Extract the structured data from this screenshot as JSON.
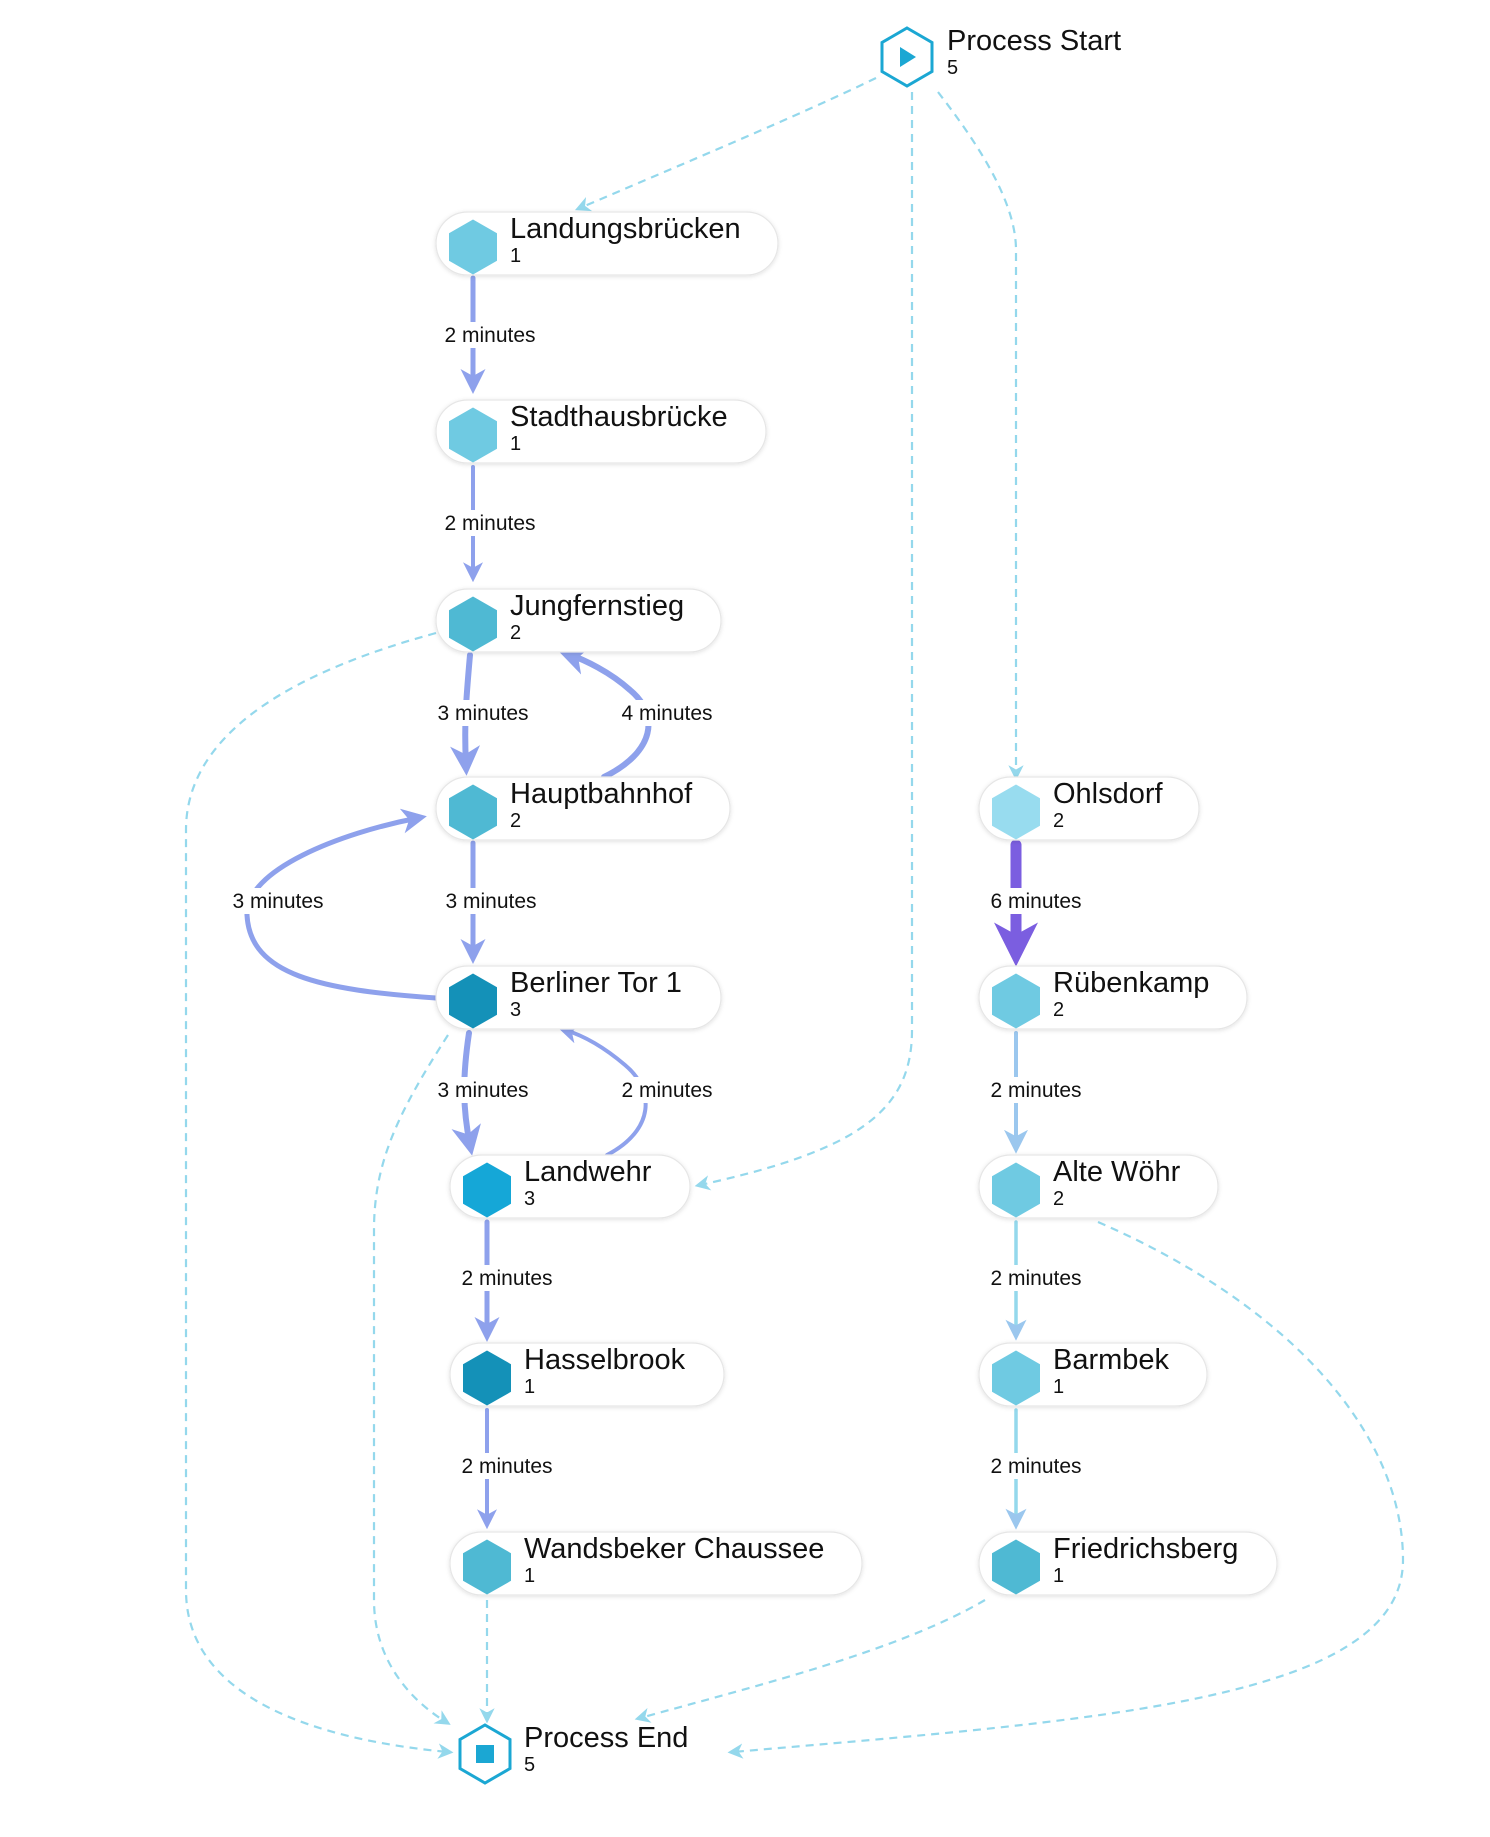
{
  "colors": {
    "flow_edge": "#8ea1ec",
    "flow_edge_strong": "#7b5ee0",
    "flow_edge_light": "#9bc7ee",
    "dashed_edge": "#94d8ec",
    "terminal": "#1ba7d3",
    "node_light": "#98dcef",
    "node_mid": "#6fcae2",
    "node_teal": "#4fb9d3",
    "node_bright": "#15a7d7",
    "node_dark": "#1491b8"
  },
  "nodes": {
    "process_start": {
      "name": "Process Start",
      "count": "5",
      "icon": "play-icon"
    },
    "landungsbruecken": {
      "name": "Landungsbrücken",
      "count": "1",
      "icon": "hexagon-icon"
    },
    "stadthausbruecke": {
      "name": "Stadthausbrücke",
      "count": "1",
      "icon": "hexagon-icon"
    },
    "jungfernstieg": {
      "name": "Jungfernstieg",
      "count": "2",
      "icon": "hexagon-icon"
    },
    "hauptbahnhof": {
      "name": "Hauptbahnhof",
      "count": "2",
      "icon": "hexagon-icon"
    },
    "berliner_tor": {
      "name": "Berliner Tor 1",
      "count": "3",
      "icon": "hexagon-icon"
    },
    "landwehr": {
      "name": "Landwehr",
      "count": "3",
      "icon": "hexagon-icon"
    },
    "hasselbrook": {
      "name": "Hasselbrook",
      "count": "1",
      "icon": "hexagon-icon"
    },
    "wandsbeker": {
      "name": "Wandsbeker Chaussee",
      "count": "1",
      "icon": "hexagon-icon"
    },
    "ohlsdorf": {
      "name": "Ohlsdorf",
      "count": "2",
      "icon": "hexagon-icon"
    },
    "ruebenkamp": {
      "name": "Rübenkamp",
      "count": "2",
      "icon": "hexagon-icon"
    },
    "alte_woehr": {
      "name": "Alte Wöhr",
      "count": "2",
      "icon": "hexagon-icon"
    },
    "barmbek": {
      "name": "Barmbek",
      "count": "1",
      "icon": "hexagon-icon"
    },
    "friedrichsberg": {
      "name": "Friedrichsberg",
      "count": "1",
      "icon": "hexagon-icon"
    },
    "process_end": {
      "name": "Process End",
      "count": "5",
      "icon": "stop-icon"
    }
  },
  "edges": {
    "landungs_stadthaus": "2 minutes",
    "stadthaus_jungfern": "2 minutes",
    "jungfern_haupt": "3 minutes",
    "haupt_jungfern": "4 minutes",
    "berliner_haupt": "3 minutes",
    "haupt_berliner": "3 minutes",
    "berliner_landwehr": "3 minutes",
    "landwehr_berliner": "2 minutes",
    "landwehr_hassel": "2 minutes",
    "hassel_wandsbek": "2 minutes",
    "ohlsdorf_rueben": "6 minutes",
    "rueben_alte": "2 minutes",
    "alte_barmbek": "2 minutes",
    "barmbek_friedrichs": "2 minutes"
  }
}
